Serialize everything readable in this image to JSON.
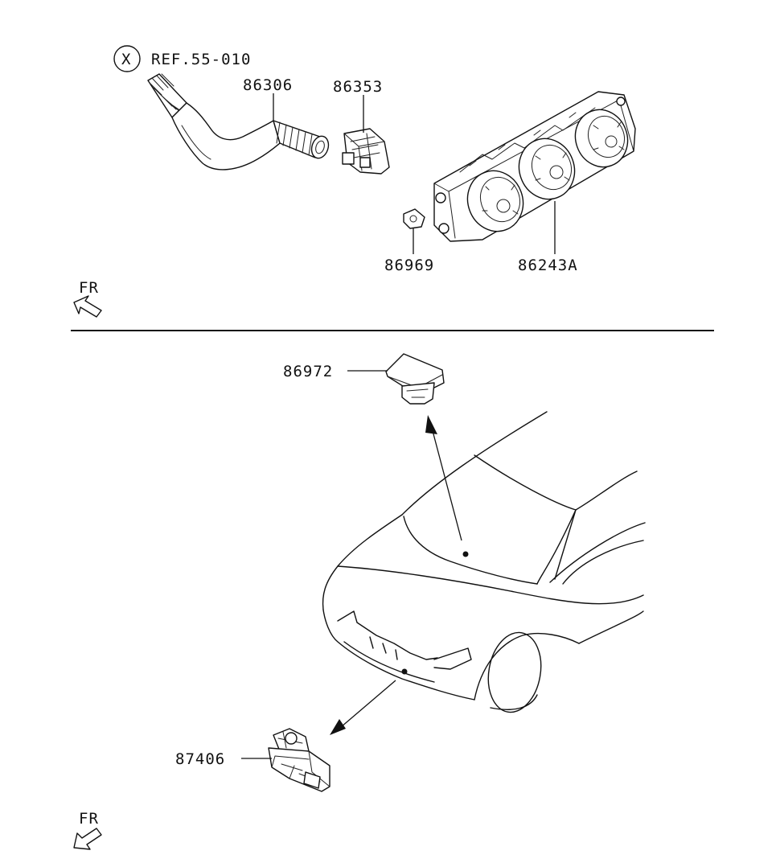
{
  "diagram": {
    "ref_symbol": "X",
    "ref_label": "REF.55-010",
    "part_numbers": {
      "hose": "86306",
      "connector_top": "86353",
      "clip": "86969",
      "control_panel": "86243A",
      "hood_sensor": "86972",
      "bumper_sensor": "87406"
    },
    "direction_top": "FR",
    "direction_bottom": "FR"
  }
}
